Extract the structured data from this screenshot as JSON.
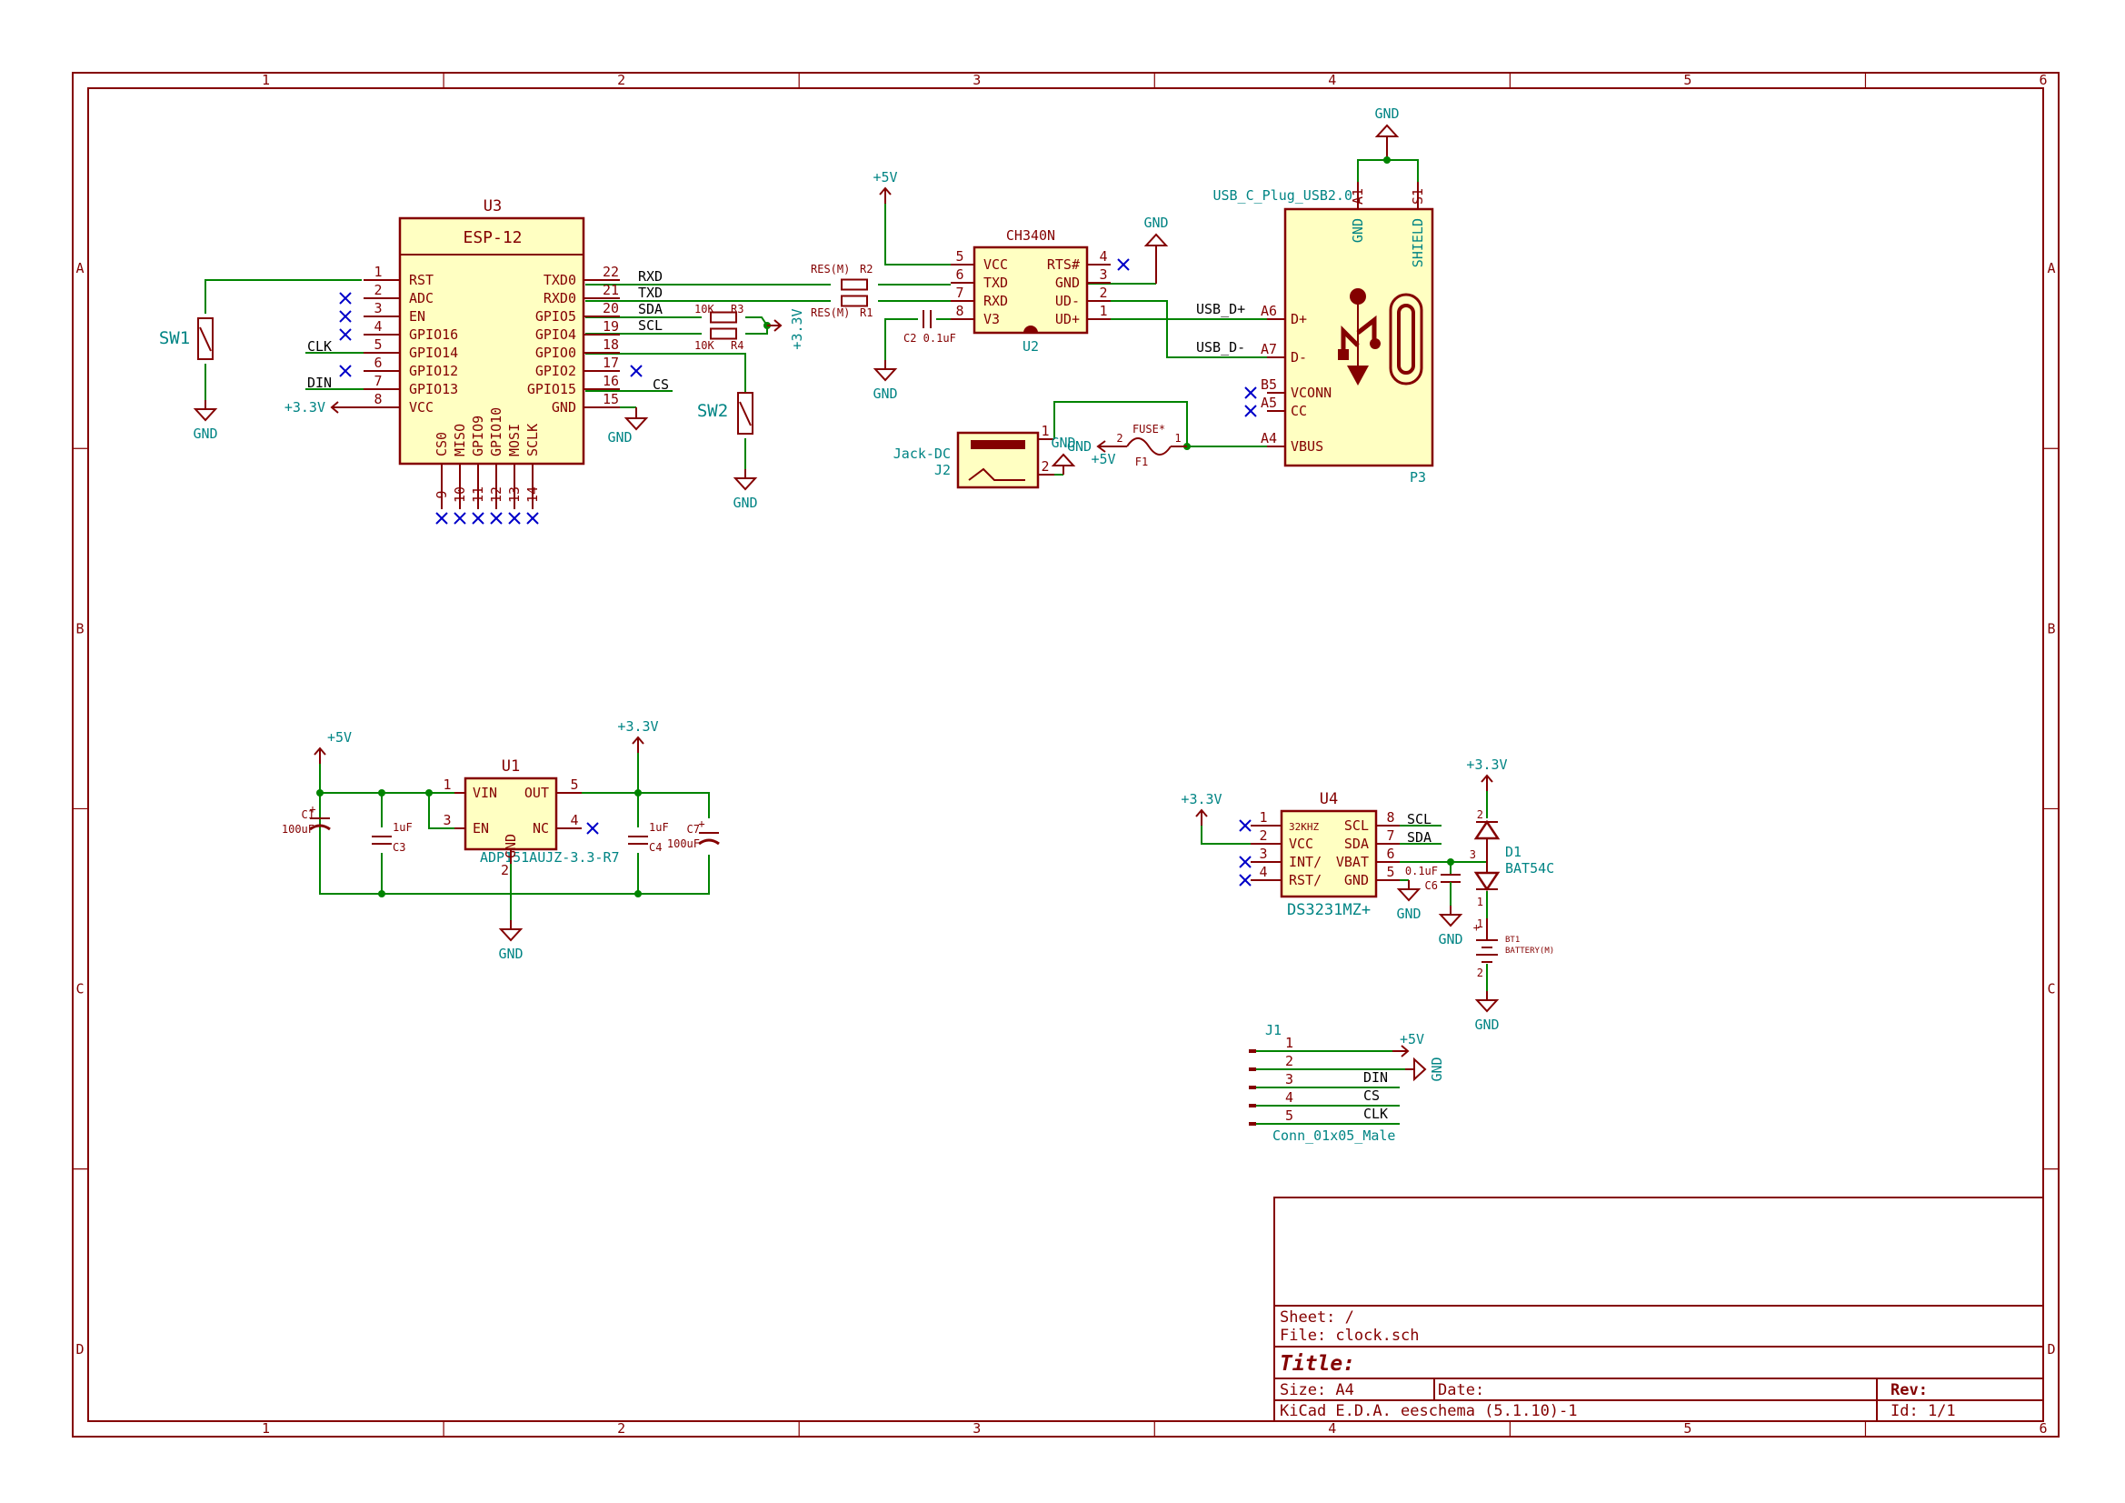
{
  "frame": {
    "columns": [
      "1",
      "2",
      "3",
      "4",
      "5",
      "6"
    ],
    "rows": [
      "A",
      "B",
      "C",
      "D"
    ]
  },
  "title_block": {
    "sheet": "Sheet: /",
    "file": "File: clock.sch",
    "title": "Title:",
    "size": "Size: A4",
    "date": "Date:",
    "rev": "Rev:",
    "tool": "KiCad E.D.A.  eeschema (5.1.10)-1",
    "id": "Id: 1/1"
  },
  "u3": {
    "ref": "U3",
    "value": "ESP-12",
    "left_pins": [
      {
        "num": "1",
        "name": "RST"
      },
      {
        "num": "2",
        "name": "ADC"
      },
      {
        "num": "3",
        "name": "EN"
      },
      {
        "num": "4",
        "name": "GPIO16"
      },
      {
        "num": "5",
        "name": "GPIO14"
      },
      {
        "num": "6",
        "name": "GPIO12"
      },
      {
        "num": "7",
        "name": "GPIO13"
      },
      {
        "num": "8",
        "name": "VCC"
      }
    ],
    "right_pins": [
      {
        "num": "22",
        "name": "TXD0"
      },
      {
        "num": "21",
        "name": "RXD0"
      },
      {
        "num": "20",
        "name": "GPIO5"
      },
      {
        "num": "19",
        "name": "GPIO4"
      },
      {
        "num": "18",
        "name": "GPIO0"
      },
      {
        "num": "17",
        "name": "GPIO2"
      },
      {
        "num": "16",
        "name": "GPIO15"
      },
      {
        "num": "15",
        "name": "GND"
      }
    ],
    "bottom_pins": [
      {
        "num": "9",
        "name": "CS0"
      },
      {
        "num": "10",
        "name": "MISO"
      },
      {
        "num": "11",
        "name": "GPIO9"
      },
      {
        "num": "12",
        "name": "GPIO10"
      },
      {
        "num": "13",
        "name": "MOSI"
      },
      {
        "num": "14",
        "name": "SCLK"
      }
    ],
    "nets": {
      "rxd": "RXD",
      "txd": "TXD",
      "sda": "SDA",
      "scl": "SCL",
      "cs": "CS",
      "clk": "CLK",
      "din": "DIN"
    }
  },
  "sw1": {
    "ref": "SW1"
  },
  "sw2": {
    "ref": "SW2"
  },
  "r2": {
    "ref": "R2",
    "value": "RES(M)"
  },
  "r1": {
    "ref": "R1",
    "value": "RES(M)"
  },
  "r3": {
    "ref": "R3",
    "value": "10K"
  },
  "r4": {
    "ref": "R4",
    "value": "10K"
  },
  "u2": {
    "ref": "U2",
    "value": "CH340N",
    "left_pins": [
      {
        "num": "5",
        "name": "VCC"
      },
      {
        "num": "6",
        "name": "TXD"
      },
      {
        "num": "7",
        "name": "RXD"
      },
      {
        "num": "8",
        "name": "V3"
      }
    ],
    "right_pins": [
      {
        "num": "4",
        "name": "RTS#"
      },
      {
        "num": "3",
        "name": "GND"
      },
      {
        "num": "2",
        "name": "UD-"
      },
      {
        "num": "1",
        "name": "UD+"
      }
    ]
  },
  "c2": {
    "label": "C2 0.1uF"
  },
  "p3": {
    "ref": "P3",
    "value": "USB_C_Plug_USB2.0",
    "top_pins": [
      {
        "num": "A1",
        "name": "GND"
      },
      {
        "num": "S1",
        "name": "SHIELD"
      }
    ],
    "left_pins": [
      {
        "num": "A6",
        "name": "D+"
      },
      {
        "num": "A7",
        "name": "D-"
      },
      {
        "num": "B5",
        "name": "VCONN"
      },
      {
        "num": "A5",
        "name": "CC"
      },
      {
        "num": "A4",
        "name": "VBUS"
      }
    ],
    "nets": {
      "dp": "USB_D+",
      "dm": "USB_D-"
    }
  },
  "j2": {
    "ref": "J2",
    "value": "Jack-DC",
    "pins": [
      "1",
      "2"
    ]
  },
  "f1": {
    "ref": "F1",
    "value": "FUSE*",
    "pins": [
      "2",
      "1"
    ]
  },
  "u1": {
    "ref": "U1",
    "value": "ADP151AUJZ-3.3-R7",
    "pins": [
      {
        "num": "1",
        "name": "VIN"
      },
      {
        "num": "3",
        "name": "EN"
      },
      {
        "num": "5",
        "name": "OUT"
      },
      {
        "num": "4",
        "name": "NC"
      },
      {
        "num": "2",
        "name": "GND"
      }
    ]
  },
  "c1": {
    "ref": "C1",
    "value": "100uF"
  },
  "c3": {
    "ref": "C3",
    "value": "1uF"
  },
  "c4": {
    "ref": "C4",
    "value": "1uF"
  },
  "c7": {
    "ref": "C7",
    "value": "100uF"
  },
  "u4": {
    "ref": "U4",
    "value": "DS3231MZ+",
    "left_pins": [
      {
        "num": "1",
        "name": "32KHZ"
      },
      {
        "num": "2",
        "name": "VCC"
      },
      {
        "num": "3",
        "name": "INT/"
      },
      {
        "num": "4",
        "name": "RST/"
      }
    ],
    "right_pins": [
      {
        "num": "8",
        "name": "SCL"
      },
      {
        "num": "7",
        "name": "SDA"
      },
      {
        "num": "6",
        "name": "VBAT"
      },
      {
        "num": "5",
        "name": "GND"
      }
    ],
    "nets": {
      "scl": "SCL",
      "sda": "SDA"
    }
  },
  "c6": {
    "ref": "C6",
    "value": "0.1uF"
  },
  "d1": {
    "ref": "D1",
    "value": "BAT54C",
    "pins": [
      "2",
      "3",
      "1"
    ]
  },
  "bt1": {
    "ref": "BT1",
    "value": "BATTERY(M)",
    "pins": [
      "1",
      "2"
    ]
  },
  "j1": {
    "ref": "J1",
    "value": "Conn_01x05_Male",
    "pins": [
      {
        "num": "1",
        "net": "+5V"
      },
      {
        "num": "2",
        "net": "GND"
      },
      {
        "num": "3",
        "net": "DIN"
      },
      {
        "num": "4",
        "net": "CS"
      },
      {
        "num": "5",
        "net": "CLK"
      }
    ]
  },
  "power": {
    "gnd": "GND",
    "v5": "+5V",
    "v33": "+3.3V"
  },
  "colors": {
    "frame": "#840000",
    "component_fill": "#ffffc2",
    "wire": "#008400",
    "power_text": "#008484",
    "no_connect": "#0000c8",
    "net_label": "#000000"
  }
}
